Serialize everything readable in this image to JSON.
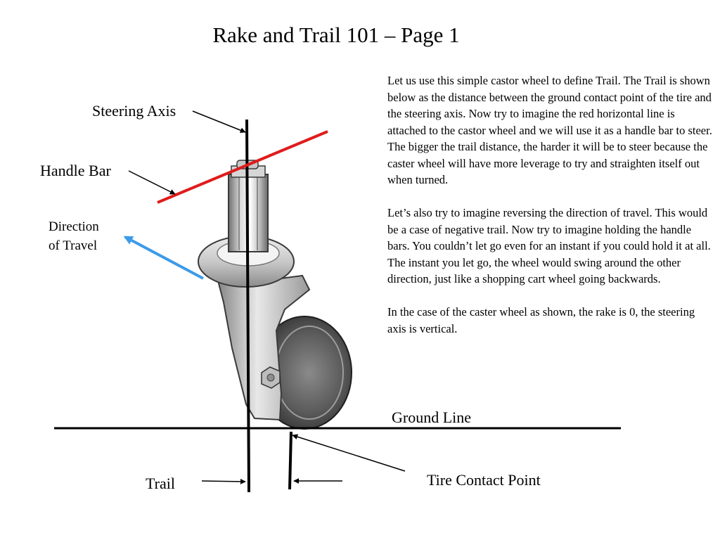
{
  "title": "Rake and Trail 101 – Page 1",
  "labels": {
    "steering_axis": "Steering Axis",
    "handle_bar": "Handle Bar",
    "direction_line1": "Direction",
    "direction_line2": "of Travel",
    "ground_line": "Ground Line",
    "trail": "Trail",
    "tire_contact_point": "Tire Contact Point"
  },
  "paragraphs": [
    "Let us use this simple castor wheel to define Trail.  The Trail is shown below as the distance between the ground contact point of the tire and the steering axis.  Now try to imagine the red horizontal line is attached to the castor wheel and we will use it as a handle bar to steer.  The bigger the trail distance, the harder it will be to steer because the caster wheel will have more leverage to try and straighten itself out when turned.",
    "Let’s also try to imagine reversing the direction of travel.  This would be a case of negative trail.  Now try to imagine holding the handle bars.  You couldn’t let go even for an instant if you could hold it at all.  The instant you let go, the wheel would swing around the other direction, just like a shopping cart wheel going backwards.",
    "In the case of the caster wheel as shown, the rake is 0, the steering axis is vertical."
  ],
  "colors": {
    "handle_bar": "#e01b1b",
    "direction_arrow": "#3d9be9",
    "lines": "#000000"
  }
}
